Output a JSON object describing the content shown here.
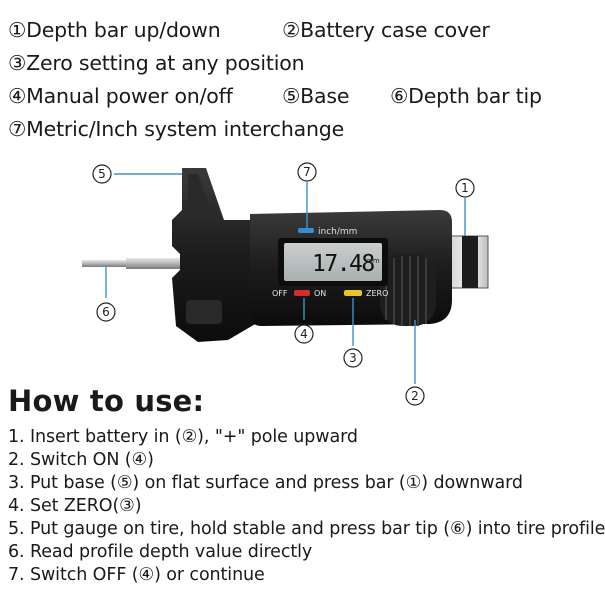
{
  "legend": [
    "①Depth bar up/down",
    "②Battery case cover",
    "③Zero setting at any position",
    "④Manual power on/off",
    "⑤Base",
    "⑥Depth bar tip",
    "⑦Metric/Inch system interchange"
  ],
  "device": {
    "unit_label": "inch/mm",
    "reading": "17.48",
    "reading_unit": "mm",
    "off_label": "OFF",
    "on_label": "ON",
    "zero_label": "ZERO",
    "callouts": [
      "1",
      "2",
      "3",
      "4",
      "5",
      "6",
      "7"
    ]
  },
  "howto": {
    "title": "How to use:",
    "steps": [
      "1. Insert battery in (②), \"+\" pole upward",
      "2. Switch ON (④)",
      "3. Put base (⑤) on flat surface and press bar (①) downward",
      "4. Set ZERO(③)",
      "5. Put gauge on tire, hold stable and press bar tip (⑥) into tire profile",
      "6. Read profile depth value directly",
      "7. Switch OFF (④) or continue"
    ]
  }
}
